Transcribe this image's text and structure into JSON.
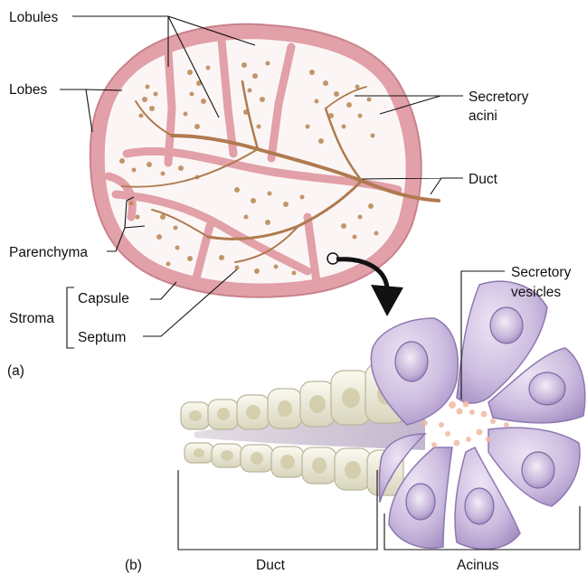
{
  "panel_a": {
    "panel_label": "(a)",
    "labels": {
      "lobules": "Lobules",
      "lobes": "Lobes",
      "secretory_acini_line1": "Secretory",
      "secretory_acini_line2": "acini",
      "duct": "Duct",
      "parenchyma": "Parenchyma",
      "stroma": "Stroma",
      "capsule": "Capsule",
      "septum": "Septum"
    }
  },
  "panel_b": {
    "panel_label": "(b)",
    "labels": {
      "secretory_vesicles_line1": "Secretory",
      "secretory_vesicles_line2": "vesicles",
      "duct": "Duct",
      "acinus": "Acinus"
    }
  },
  "colors": {
    "capsule_pink": "#e2a0a8",
    "capsule_edge": "#c9828c",
    "interior": "#fbf6f5",
    "duct_brown": "#b07a4f",
    "acini_brown": "#b98552",
    "acinus_cell_lilac": "#c9b6dc",
    "acinus_cell_edge": "#8e78b0",
    "nucleus_lilac": "#b7a2cf",
    "duct_cell_cream": "#efedd9",
    "duct_cell_edge": "#b9b69a",
    "vesicle_peach": "#f1b9a4",
    "arrow_black": "#111111"
  }
}
